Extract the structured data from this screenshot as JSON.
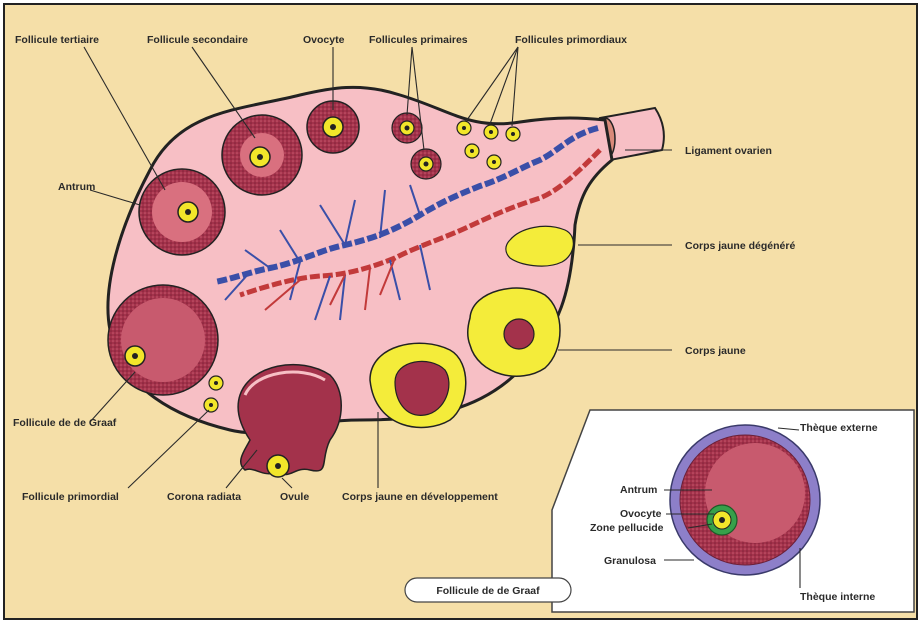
{
  "colors": {
    "background": "#f5dfa8",
    "ovary_fill": "#f7bfc5",
    "follicle_dark": "#a3324b",
    "follicle_mid": "#c85a6e",
    "antrum": "#d9707f",
    "oocyte_yellow": "#f2e62a",
    "corpus_luteum": "#f4ec3a",
    "artery": "#c23a3a",
    "vein": "#3a4fa8",
    "theca_externa": "#8d7fc9",
    "zona_green": "#36a04a"
  },
  "labels": {
    "follicule_tertiaire": "Follicule tertiaire",
    "follicule_secondaire": "Follicule secondaire",
    "ovocyte": "Ovocyte",
    "follicules_primaires": "Follicules primaires",
    "follicules_primordiaux": "Follicules primordiaux",
    "ligament_ovarien": "Ligament ovarien",
    "antrum": "Antrum",
    "corps_jaune_degenere": "Corps jaune dégénéré",
    "corps_jaune": "Corps jaune",
    "follicule_de_graaf": "Follicule de de Graaf",
    "follicule_primordial": "Follicule primordial",
    "corona_radiata": "Corona radiata",
    "ovule": "Ovule",
    "corps_jaune_developpement": "Corps jaune en développement"
  },
  "inset": {
    "title": "Follicule de de Graaf",
    "labels": {
      "theque_externe": "Thèque externe",
      "antrum": "Antrum",
      "ovocyte": "Ovocyte",
      "zone_pellucide": "Zone pellucide",
      "granulosa": "Granulosa",
      "theque_interne": "Thèque interne"
    }
  }
}
